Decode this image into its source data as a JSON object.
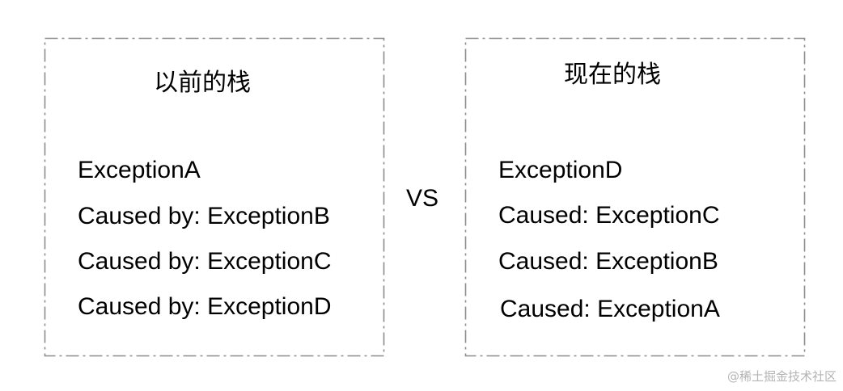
{
  "left_panel": {
    "title": "以前的栈",
    "lines": [
      "ExceptionA",
      "Caused by: ExceptionB",
      "Caused by: ExceptionC",
      "Caused by: ExceptionD"
    ]
  },
  "comparison_label": "VS",
  "right_panel": {
    "title": "现在的栈",
    "lines": [
      "ExceptionD",
      "Caused: ExceptionC",
      "Caused: ExceptionB",
      "Caused: ExceptionA"
    ]
  },
  "watermark": "@稀土掘金技术社区",
  "colors": {
    "border": "#8c8c8c",
    "text": "#000000",
    "watermark": "#b4b4b4"
  }
}
